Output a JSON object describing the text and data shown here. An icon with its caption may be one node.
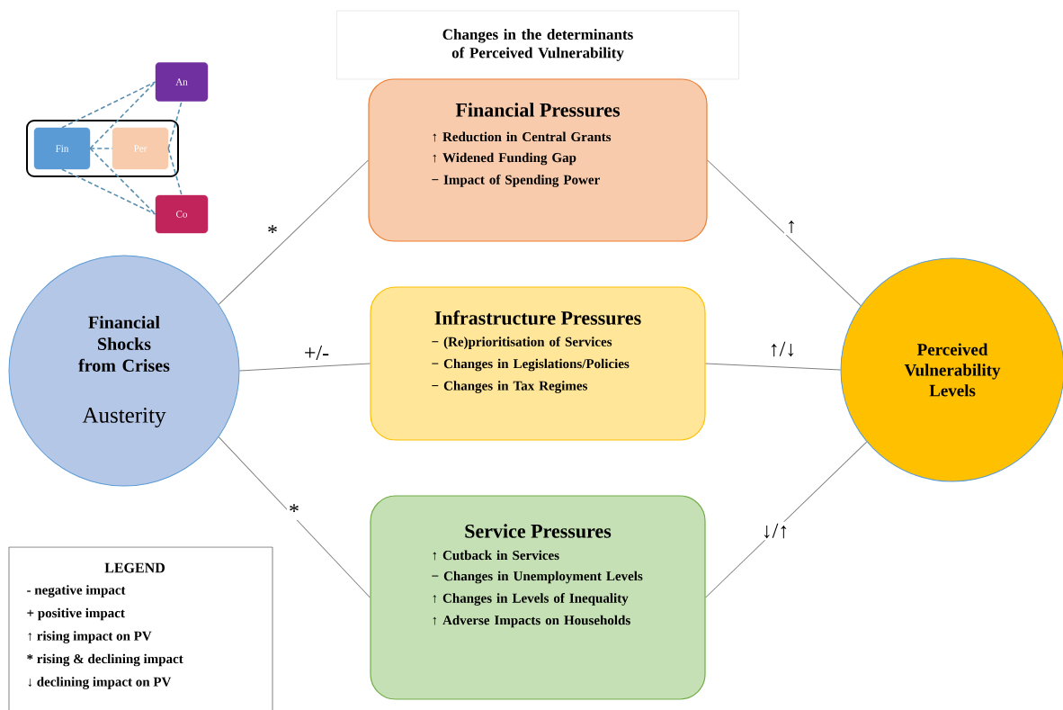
{
  "diagram": {
    "title": "Changes in the determinants of Perceived Vulnerability",
    "nodes": [
      {
        "text": [
          "An"
        ]
      },
      {
        "text": [],
        "shape": "box"
      },
      {
        "text": [
          "Fin"
        ],
        "in": 1
      },
      {
        "text": [
          "Per"
        ],
        "in": 1
      },
      {
        "text": [
          "Co"
        ]
      },
      {
        "text": [
          "Financial Shocks from Crises",
          "Austerity"
        ]
      },
      {
        "text": [
          "Financial Pressures",
          "↑ Reduction in Central Grants",
          "↑ Widened Funding Gap",
          "− Impact of Spending Power"
        ]
      },
      {
        "text": [
          "Infrastructure Pressures",
          "− (Re)prioritisation of Services",
          "− Changes in Legislations/Policies",
          "− Changes in Tax Regimes"
        ]
      },
      {
        "text": [
          "Service Pressures",
          "↑ Cutback in Services",
          "− Changes in Unemployment Levels",
          "↑ Changes in Levels of Inequality",
          "↑ Adverse Impacts on Households"
        ]
      },
      {
        "text": [
          "Perceived Vulnerability Levels"
        ]
      }
    ],
    "edges": [
      {
        "from": 2,
        "to": 0,
        "arrow": "none",
        "style": "dashed",
        "color": "#5b8fb0"
      },
      {
        "from": 2,
        "to": 0,
        "arrow": "none",
        "style": "dashed",
        "color": "#5b8fb0"
      },
      {
        "from": 2,
        "to": 3,
        "arrow": "none",
        "style": "dashed",
        "color": "#5b8fb0"
      },
      {
        "from": 2,
        "to": 4,
        "arrow": "none",
        "style": "dashed",
        "color": "#5b8fb0"
      },
      {
        "from": 2,
        "to": 4,
        "arrow": "none",
        "style": "dashed",
        "color": "#5b8fb0"
      },
      {
        "from": 3,
        "to": 0,
        "arrow": "none",
        "style": "dashed",
        "color": "#5b8fb0"
      },
      {
        "from": 3,
        "to": 4,
        "arrow": "none",
        "style": "dashed",
        "color": "#5b8fb0"
      },
      {
        "from": 5,
        "to": 6,
        "arrow": "none",
        "label": "*"
      },
      {
        "from": 5,
        "to": 7,
        "arrow": "none",
        "label": "+/-"
      },
      {
        "from": 5,
        "to": 8,
        "arrow": "none",
        "label": "*"
      },
      {
        "from": 6,
        "to": 9,
        "arrow": "none",
        "label": "↑"
      },
      {
        "from": 7,
        "to": 9,
        "arrow": "none",
        "label": "↑/↓"
      },
      {
        "from": 8,
        "to": 9,
        "arrow": "none",
        "label": "↓/↑"
      }
    ],
    "labels": [
      "LEGEND"
    ],
    "legend": [
      {
        "text": "- negative impact"
      },
      {
        "text": "+ positive impact"
      },
      {
        "text": "↑ rising impact on PV"
      },
      {
        "text": "* rising & declining impact"
      },
      {
        "text": "↓ declining impact on PV"
      }
    ]
  }
}
